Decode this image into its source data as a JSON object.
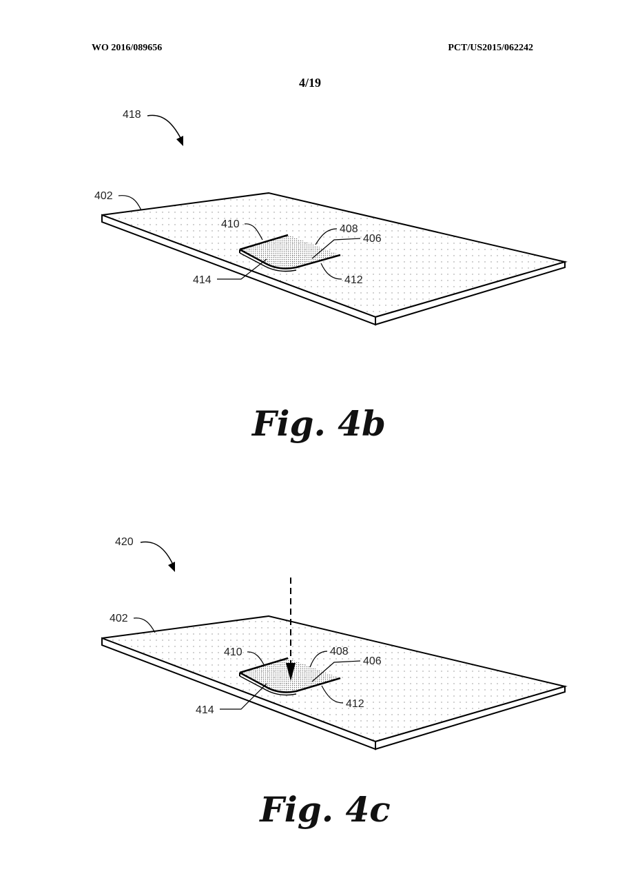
{
  "header": {
    "publication_number": "WO 2016/089656",
    "application_number": "PCT/US2015/062242",
    "sheet": "4/19"
  },
  "figures": [
    {
      "caption": "Fig. 4b",
      "labels": {
        "assembly": "418",
        "plate": "402",
        "edge_a": "410",
        "pad": "408",
        "edge_b": "406",
        "corner_b": "412",
        "corner_a": "414"
      }
    },
    {
      "caption": "Fig. 4c",
      "labels": {
        "assembly": "420",
        "plate": "402",
        "edge_a": "410",
        "pad": "408",
        "edge_b": "406",
        "corner_b": "412",
        "corner_a": "414"
      }
    }
  ]
}
